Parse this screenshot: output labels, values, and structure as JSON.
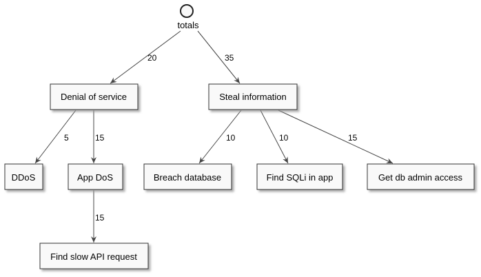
{
  "diagram": {
    "root": {
      "label": "totals"
    },
    "nodes": {
      "dos": {
        "label": "Denial of service"
      },
      "steal": {
        "label": "Steal information"
      },
      "ddos": {
        "label": "DDoS"
      },
      "appdos": {
        "label": "App DoS"
      },
      "slowapi": {
        "label": "Find slow API request"
      },
      "breach": {
        "label": "Breach database"
      },
      "sqli": {
        "label": "Find SQLi in app"
      },
      "dbadmin": {
        "label": "Get db admin access"
      }
    },
    "edges": [
      {
        "from": "root",
        "to": "dos",
        "label": "20"
      },
      {
        "from": "root",
        "to": "steal",
        "label": "35"
      },
      {
        "from": "dos",
        "to": "ddos",
        "label": "5"
      },
      {
        "from": "dos",
        "to": "appdos",
        "label": "15"
      },
      {
        "from": "appdos",
        "to": "slowapi",
        "label": "15"
      },
      {
        "from": "steal",
        "to": "breach",
        "label": "10"
      },
      {
        "from": "steal",
        "to": "sqli",
        "label": "10"
      },
      {
        "from": "steal",
        "to": "dbadmin",
        "label": "15"
      }
    ]
  }
}
